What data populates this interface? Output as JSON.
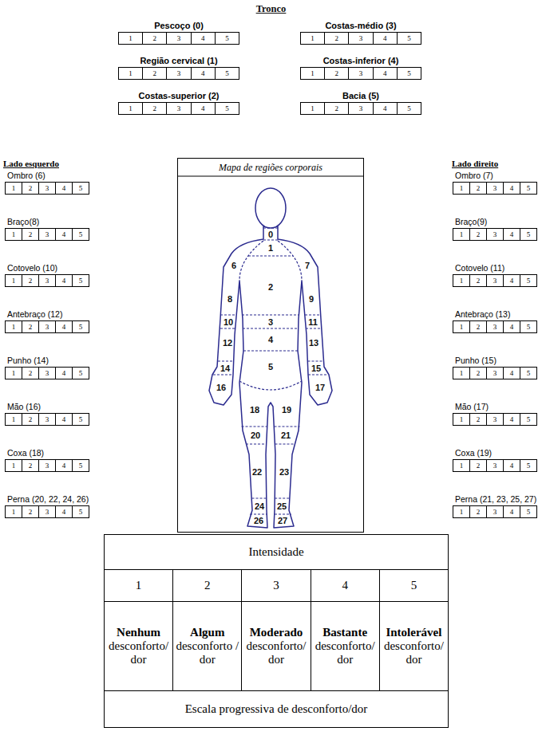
{
  "diagram": {
    "title": "Tronco",
    "nodes": [
      {
        "text": [
          "Pescoço (0)"
        ]
      },
      {
        "text": [
          "1"
        ],
        "in": 0
      },
      {
        "text": [
          "2"
        ],
        "in": 0
      },
      {
        "text": [
          "3"
        ],
        "in": 0
      },
      {
        "text": [
          "4"
        ],
        "in": 0
      },
      {
        "text": [
          "5"
        ],
        "in": 0
      },
      {
        "text": [
          "Costas-médio (3)"
        ]
      },
      {
        "text": [
          "1"
        ],
        "in": 6
      },
      {
        "text": [
          "2"
        ],
        "in": 6
      },
      {
        "text": [
          "3"
        ],
        "in": 6
      },
      {
        "text": [
          "4"
        ],
        "in": 6
      },
      {
        "text": [
          "5"
        ],
        "in": 6
      },
      {
        "text": [
          "Região cervical (1)"
        ]
      },
      {
        "text": [
          "1"
        ],
        "in": 12
      },
      {
        "text": [
          "2"
        ],
        "in": 12
      },
      {
        "text": [
          "3"
        ],
        "in": 12
      },
      {
        "text": [
          "4"
        ],
        "in": 12
      },
      {
        "text": [
          "5"
        ],
        "in": 12
      },
      {
        "text": [
          "Costas-inferior (4)"
        ]
      },
      {
        "text": [
          "1"
        ],
        "in": 18
      },
      {
        "text": [
          "2"
        ],
        "in": 18
      },
      {
        "text": [
          "3"
        ],
        "in": 18
      },
      {
        "text": [
          "4"
        ],
        "in": 18
      },
      {
        "text": [
          "5"
        ],
        "in": 18
      },
      {
        "text": [
          "Costas-superior (2)"
        ]
      },
      {
        "text": [
          "1"
        ],
        "in": 24
      },
      {
        "text": [
          "2"
        ],
        "in": 24
      },
      {
        "text": [
          "3"
        ],
        "in": 24
      },
      {
        "text": [
          "4"
        ],
        "in": 24
      },
      {
        "text": [
          "5"
        ],
        "in": 24
      },
      {
        "text": [
          "Bacia (5)"
        ]
      },
      {
        "text": [
          "1"
        ],
        "in": 30
      },
      {
        "text": [
          "2"
        ],
        "in": 30
      },
      {
        "text": [
          "3"
        ],
        "in": 30
      },
      {
        "text": [
          "4"
        ],
        "in": 30
      },
      {
        "text": [
          "5"
        ],
        "in": 30
      },
      {
        "text": [
          "Ombro (6)"
        ]
      },
      {
        "text": [
          "1"
        ],
        "in": 36
      },
      {
        "text": [
          "2"
        ],
        "in": 36
      },
      {
        "text": [
          "3"
        ],
        "in": 36
      },
      {
        "text": [
          "4"
        ],
        "in": 36
      },
      {
        "text": [
          "5"
        ],
        "in": 36
      },
      {
        "text": [
          "Braço(8)"
        ]
      },
      {
        "text": [
          "1"
        ],
        "in": 42
      },
      {
        "text": [
          "2"
        ],
        "in": 42
      },
      {
        "text": [
          "3"
        ],
        "in": 42
      },
      {
        "text": [
          "4"
        ],
        "in": 42
      },
      {
        "text": [
          "5"
        ],
        "in": 42
      },
      {
        "text": [
          "Cotovelo (10)"
        ]
      },
      {
        "text": [
          "1"
        ],
        "in": 48
      },
      {
        "text": [
          "2"
        ],
        "in": 48
      },
      {
        "text": [
          "3"
        ],
        "in": 48
      },
      {
        "text": [
          "4"
        ],
        "in": 48
      },
      {
        "text": [
          "5"
        ],
        "in": 48
      },
      {
        "text": [
          "Antebraço (12)"
        ]
      },
      {
        "text": [
          "1"
        ],
        "in": 54
      },
      {
        "text": [
          "2"
        ],
        "in": 54
      },
      {
        "text": [
          "3"
        ],
        "in": 54
      },
      {
        "text": [
          "4"
        ],
        "in": 54
      },
      {
        "text": [
          "5"
        ],
        "in": 54
      },
      {
        "text": [
          "Punho (14)"
        ]
      },
      {
        "text": [
          "1"
        ],
        "in": 60
      },
      {
        "text": [
          "2"
        ],
        "in": 60
      },
      {
        "text": [
          "3"
        ],
        "in": 60
      },
      {
        "text": [
          "4"
        ],
        "in": 60
      },
      {
        "text": [
          "5"
        ],
        "in": 60
      },
      {
        "text": [
          "Mão (16)"
        ]
      },
      {
        "text": [
          "1"
        ],
        "in": 66
      },
      {
        "text": [
          "2"
        ],
        "in": 66
      },
      {
        "text": [
          "3"
        ],
        "in": 66
      },
      {
        "text": [
          "4"
        ],
        "in": 66
      },
      {
        "text": [
          "5"
        ],
        "in": 66
      },
      {
        "text": [
          "Coxa (18)"
        ]
      },
      {
        "text": [
          "1"
        ],
        "in": 72
      },
      {
        "text": [
          "2"
        ],
        "in": 72
      },
      {
        "text": [
          "3"
        ],
        "in": 72
      },
      {
        "text": [
          "4"
        ],
        "in": 72
      },
      {
        "text": [
          "5"
        ],
        "in": 72
      },
      {
        "text": [
          "Perna (20, 22, 24, 26)"
        ]
      },
      {
        "text": [
          "1"
        ],
        "in": 78
      },
      {
        "text": [
          "2"
        ],
        "in": 78
      },
      {
        "text": [
          "3"
        ],
        "in": 78
      },
      {
        "text": [
          "4"
        ],
        "in": 78
      },
      {
        "text": [
          "5"
        ],
        "in": 78
      },
      {
        "text": [
          "Mapa de regiões corporais"
        ]
      },
      {
        "text": [
          "Ombro (7)"
        ]
      },
      {
        "text": [
          "1"
        ],
        "in": 85
      },
      {
        "text": [
          "2"
        ],
        "in": 85
      },
      {
        "text": [
          "3"
        ],
        "in": 85
      },
      {
        "text": [
          "4"
        ],
        "in": 85
      },
      {
        "text": [
          "5"
        ],
        "in": 85
      },
      {
        "text": [
          "Braço(9)"
        ]
      },
      {
        "text": [
          "1"
        ],
        "in": 91
      },
      {
        "text": [
          "2"
        ],
        "in": 91
      },
      {
        "text": [
          "3"
        ],
        "in": 91
      },
      {
        "text": [
          "4"
        ],
        "in": 91
      },
      {
        "text": [
          "5"
        ],
        "in": 91
      },
      {
        "text": [
          "Cotovelo (11)"
        ]
      },
      {
        "text": [
          "1"
        ],
        "in": 97
      },
      {
        "text": [
          "2"
        ],
        "in": 97
      },
      {
        "text": [
          "3"
        ],
        "in": 97
      },
      {
        "text": [
          "4"
        ],
        "in": 97
      },
      {
        "text": [
          "5"
        ],
        "in": 97
      },
      {
        "text": [
          "Antebraço (13)"
        ]
      },
      {
        "text": [
          "1"
        ],
        "in": 103
      },
      {
        "text": [
          "2"
        ],
        "in": 103
      },
      {
        "text": [
          "3"
        ],
        "in": 103
      },
      {
        "text": [
          "4"
        ],
        "in": 103
      },
      {
        "text": [
          "5"
        ],
        "in": 103
      },
      {
        "text": [
          "Punho (15)"
        ]
      },
      {
        "text": [
          "1"
        ],
        "in": 109
      },
      {
        "text": [
          "2"
        ],
        "in": 109
      },
      {
        "text": [
          "3"
        ],
        "in": 109
      },
      {
        "text": [
          "4"
        ],
        "in": 109
      },
      {
        "text": [
          "5"
        ],
        "in": 109
      },
      {
        "text": [
          "Mão (17)"
        ]
      },
      {
        "text": [
          "1"
        ],
        "in": 115
      },
      {
        "text": [
          "2"
        ],
        "in": 115
      },
      {
        "text": [
          "3"
        ],
        "in": 115
      },
      {
        "text": [
          "4"
        ],
        "in": 115
      },
      {
        "text": [
          "5"
        ],
        "in": 115
      },
      {
        "text": [
          "Coxa (19)"
        ]
      },
      {
        "text": [
          "1"
        ],
        "in": 121
      },
      {
        "text": [
          "2"
        ],
        "in": 121
      },
      {
        "text": [
          "3"
        ],
        "in": 121
      },
      {
        "text": [
          "4"
        ],
        "in": 121
      },
      {
        "text": [
          "5"
        ],
        "in": 121
      },
      {
        "text": [
          "Perna (21, 23, 25, 27)"
        ]
      },
      {
        "text": [
          "1"
        ],
        "in": 127
      },
      {
        "text": [
          "2"
        ],
        "in": 127
      },
      {
        "text": [
          "3"
        ],
        "in": 127
      },
      {
        "text": [
          "4"
        ],
        "in": 127
      },
      {
        "text": [
          "5"
        ],
        "in": 127
      }
    ],
    "labels": [
      "Lado esquerdo",
      "Lado direito",
      "0",
      "1",
      "2",
      "3",
      "4",
      "5",
      "6",
      "7",
      "8",
      "9",
      "10",
      "11",
      "12",
      "13",
      "14",
      "15",
      "16",
      "17",
      "18",
      "19",
      "20",
      "21",
      "22",
      "23",
      "24",
      "25",
      "26",
      "27",
      "Intensidade",
      "1",
      "2",
      "3",
      "4",
      "5",
      "Nenhum",
      "desconforto/ dor",
      "Algum",
      "desconforto / dor",
      "Moderado",
      "desconforto/ dor",
      "Bastante",
      "desconforto/ dor",
      "Intolerável",
      "desconforto/ dor",
      "Escala progressiva de desconforto/dor"
    ]
  }
}
